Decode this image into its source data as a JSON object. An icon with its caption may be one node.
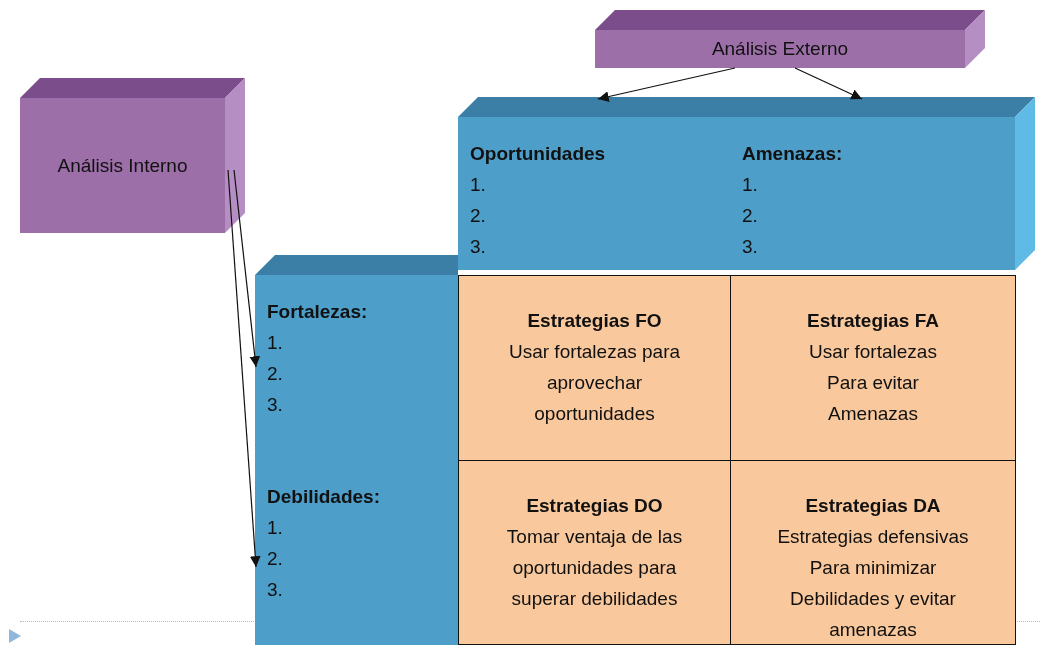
{
  "diagram": {
    "nodes": [
      {
        "text": [
          "Análisis Externo"
        ]
      },
      {
        "text": [
          "Análisis Interno"
        ]
      },
      {
        "text": [
          "Oportunidades",
          "1.",
          "2.",
          "3."
        ]
      },
      {
        "text": [
          "Amenazas:",
          "1.",
          "2.",
          "3."
        ]
      },
      {
        "text": [
          "Fortalezas:",
          "1.",
          "2.",
          "3."
        ]
      },
      {
        "text": [
          "Estrategias FO",
          "Usar fortalezas para aprovechar oportunidades"
        ]
      },
      {
        "text": [
          "Estrategias FA",
          "Usar fortalezas Para evitar Amenazas"
        ]
      },
      {
        "text": [
          "Debilidades:",
          "1.",
          "2.",
          "3."
        ]
      },
      {
        "text": [
          "Estrategias DO",
          "Tomar ventaja de las oportunidades para superar debilidades"
        ]
      },
      {
        "text": [
          "Estrategias DA",
          "Estrategias defensivas Para minimizar Debilidades y evitar amenazas"
        ]
      }
    ],
    "edges": [
      {
        "from": 0,
        "to": 2,
        "arrow": "to"
      },
      {
        "from": 0,
        "to": 3,
        "arrow": "to"
      },
      {
        "from": 1,
        "to": 4,
        "arrow": "to"
      },
      {
        "from": 1,
        "to": 7,
        "arrow": "to"
      }
    ]
  }
}
